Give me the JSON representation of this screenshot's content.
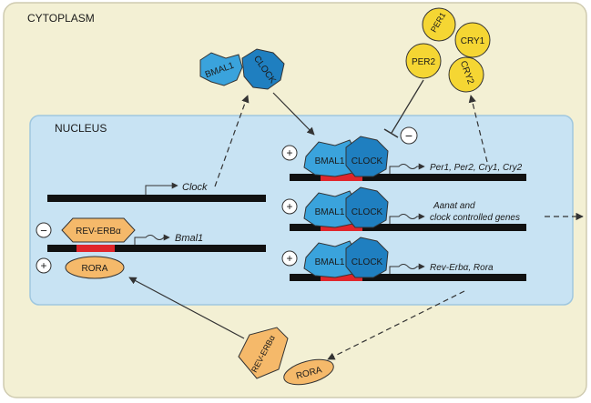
{
  "regions": {
    "cytoplasm_label": "CYTOPLASM",
    "nucleus_label": "NUCLEUS"
  },
  "cytoplasm_proteins": {
    "bmal1": "BMAL1",
    "clock": "CLOCK",
    "per1": "PER1",
    "per2": "PER2",
    "cry1": "CRY1",
    "cry2": "CRY2",
    "rev_erb": "REV-ERBα",
    "rora": "RORA"
  },
  "signs": {
    "plus": "+",
    "minus": "−"
  },
  "genes": {
    "clock_gene": "Clock",
    "bmal1_gene": "Bmal1",
    "row1_targets": "Per1, Per2, Cry1, Cry2",
    "row2_targets_line1": "Aanat and",
    "row2_targets_line2": "clock controlled genes",
    "row3_targets": "Rev-Erbα, Rora"
  },
  "nuclear_complexes": {
    "bmal1": "BMAL1",
    "clock": "CLOCK",
    "rev_erb": "REV-ERBα",
    "rora": "RORA"
  },
  "colors": {
    "cytoplasm_fill": "#f3f0d4",
    "nucleus_fill": "#c8e3f3",
    "bmal1_fill": "#3aa3dc",
    "clock_fill": "#1f7fc0",
    "per_cry_fill": "#f5d633",
    "rev_rora_fill": "#f5b96a",
    "ebox_red": "#e0262b",
    "dna_black": "#111111"
  }
}
